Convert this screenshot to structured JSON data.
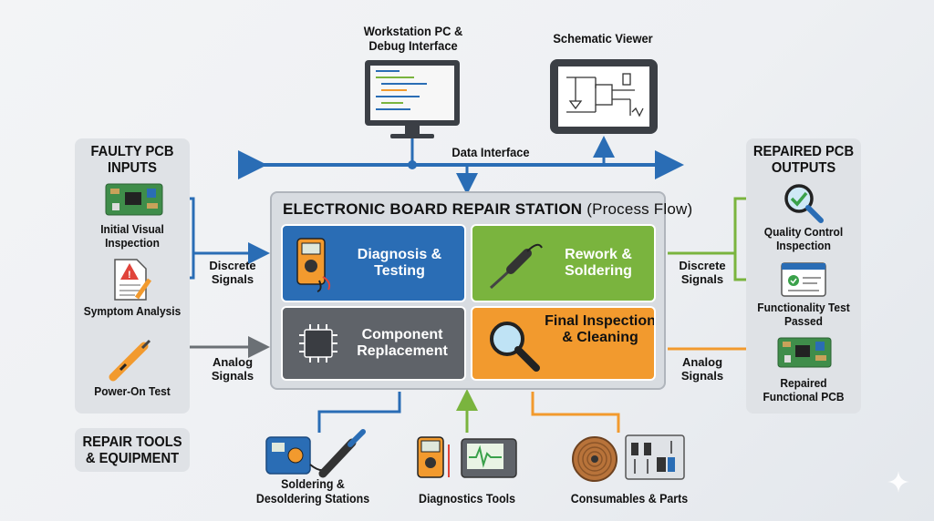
{
  "top": {
    "workstation_label": "Workstation PC & Debug Interface",
    "schematic_label": "Schematic Viewer",
    "data_interface_label": "Data Interface"
  },
  "left_panel": {
    "title": "FAULTY PCB INPUTS",
    "items": [
      {
        "label": "Initial Visual Inspection",
        "icon": "pcb-icon"
      },
      {
        "label": "Symptom Analysis",
        "icon": "document-warning-icon"
      },
      {
        "label": "Power-On Test",
        "icon": "probe-icon"
      }
    ]
  },
  "tools_title": "REPAIR TOOLS & EQUIPMENT",
  "station": {
    "title": "ELECTRONIC BOARD REPAIR STATION",
    "subtitle": "(Process Flow)",
    "tiles": [
      {
        "label": "Diagnosis & Testing",
        "color": "#2a6db5",
        "icon": "multimeter-icon"
      },
      {
        "label": "Rework & Soldering",
        "color": "#7ab43e",
        "icon": "soldering-iron-icon"
      },
      {
        "label": "Component Replacement",
        "color": "#5f6369",
        "icon": "chip-icon"
      },
      {
        "label": "Final Inspection & Cleaning",
        "color": "#f29a2e",
        "icon": "magnifier-icon"
      }
    ]
  },
  "signals": {
    "left_discrete": "Discrete Signals",
    "left_analog": "Analog Signals",
    "right_discrete": "Discrete Signals",
    "right_analog": "Analog Signals"
  },
  "right_panel": {
    "title": "REPAIRED PCB OUTPUTS",
    "items": [
      {
        "label": "Quality Control Inspection",
        "icon": "qc-magnifier-icon"
      },
      {
        "label": "Functionality Test Passed",
        "icon": "test-window-icon"
      },
      {
        "label": "Repaired Functional PCB",
        "icon": "pcb-icon"
      }
    ]
  },
  "bottom_tools": [
    {
      "label": "Soldering & Desoldering Stations",
      "icon": "soldering-station-icon"
    },
    {
      "label": "Diagnostics Tools",
      "icon": "oscilloscope-icon"
    },
    {
      "label": "Consumables & Parts",
      "icon": "solder-spool-icon"
    }
  ],
  "colors": {
    "blue": "#2a6db5",
    "green": "#7ab43e",
    "gray": "#5f6369",
    "orange": "#f29a2e",
    "panel": "#dfe2e6",
    "arrow_gray": "#6b7075"
  }
}
